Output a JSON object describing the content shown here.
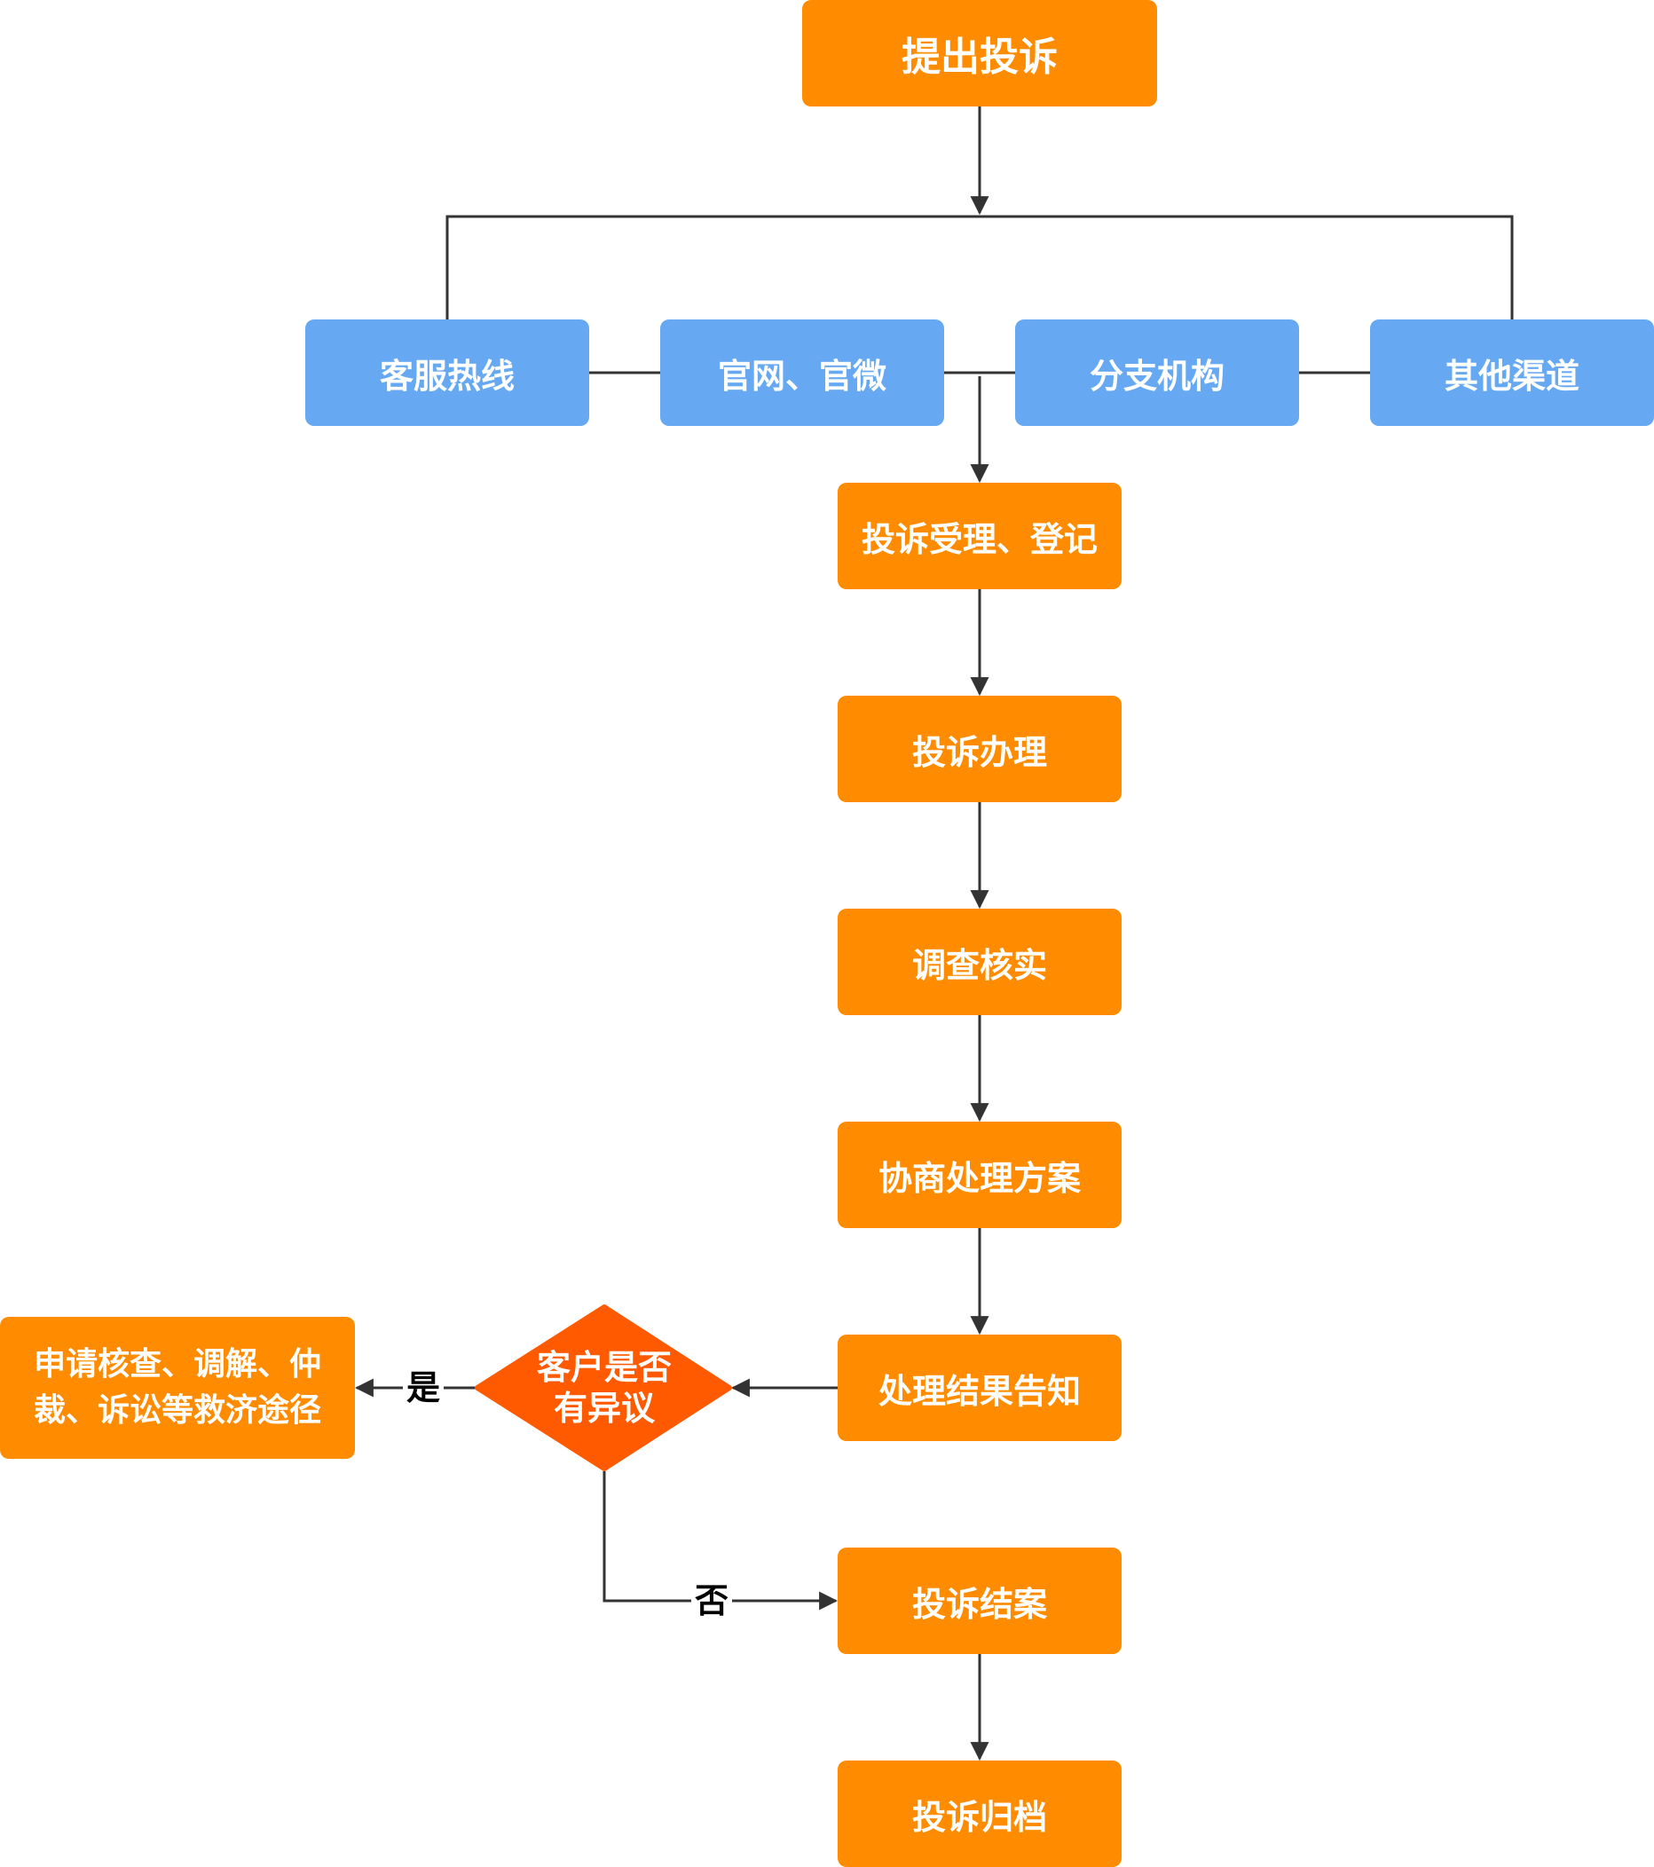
{
  "nodes": {
    "submit": "提出投诉",
    "channels": {
      "hotline": "客服热线",
      "website": "官网、官微",
      "branch": "分支机构",
      "other": "其他渠道"
    },
    "accept": "投诉受理、登记",
    "handle": "投诉办理",
    "investigate": "调查核实",
    "negotiate": "协商处理方案",
    "notify": "处理结果告知",
    "decision": "客户是否有异议",
    "remedy": "申请核查、调解、仲裁、诉讼等救济途径",
    "close": "投诉结案",
    "archive": "投诉归档"
  },
  "edge_labels": {
    "yes": "是",
    "no": "否"
  },
  "colors": {
    "process": "#FF8C00",
    "channel": "#66A9F2",
    "decision": "#FF5A00",
    "line": "#333333"
  }
}
